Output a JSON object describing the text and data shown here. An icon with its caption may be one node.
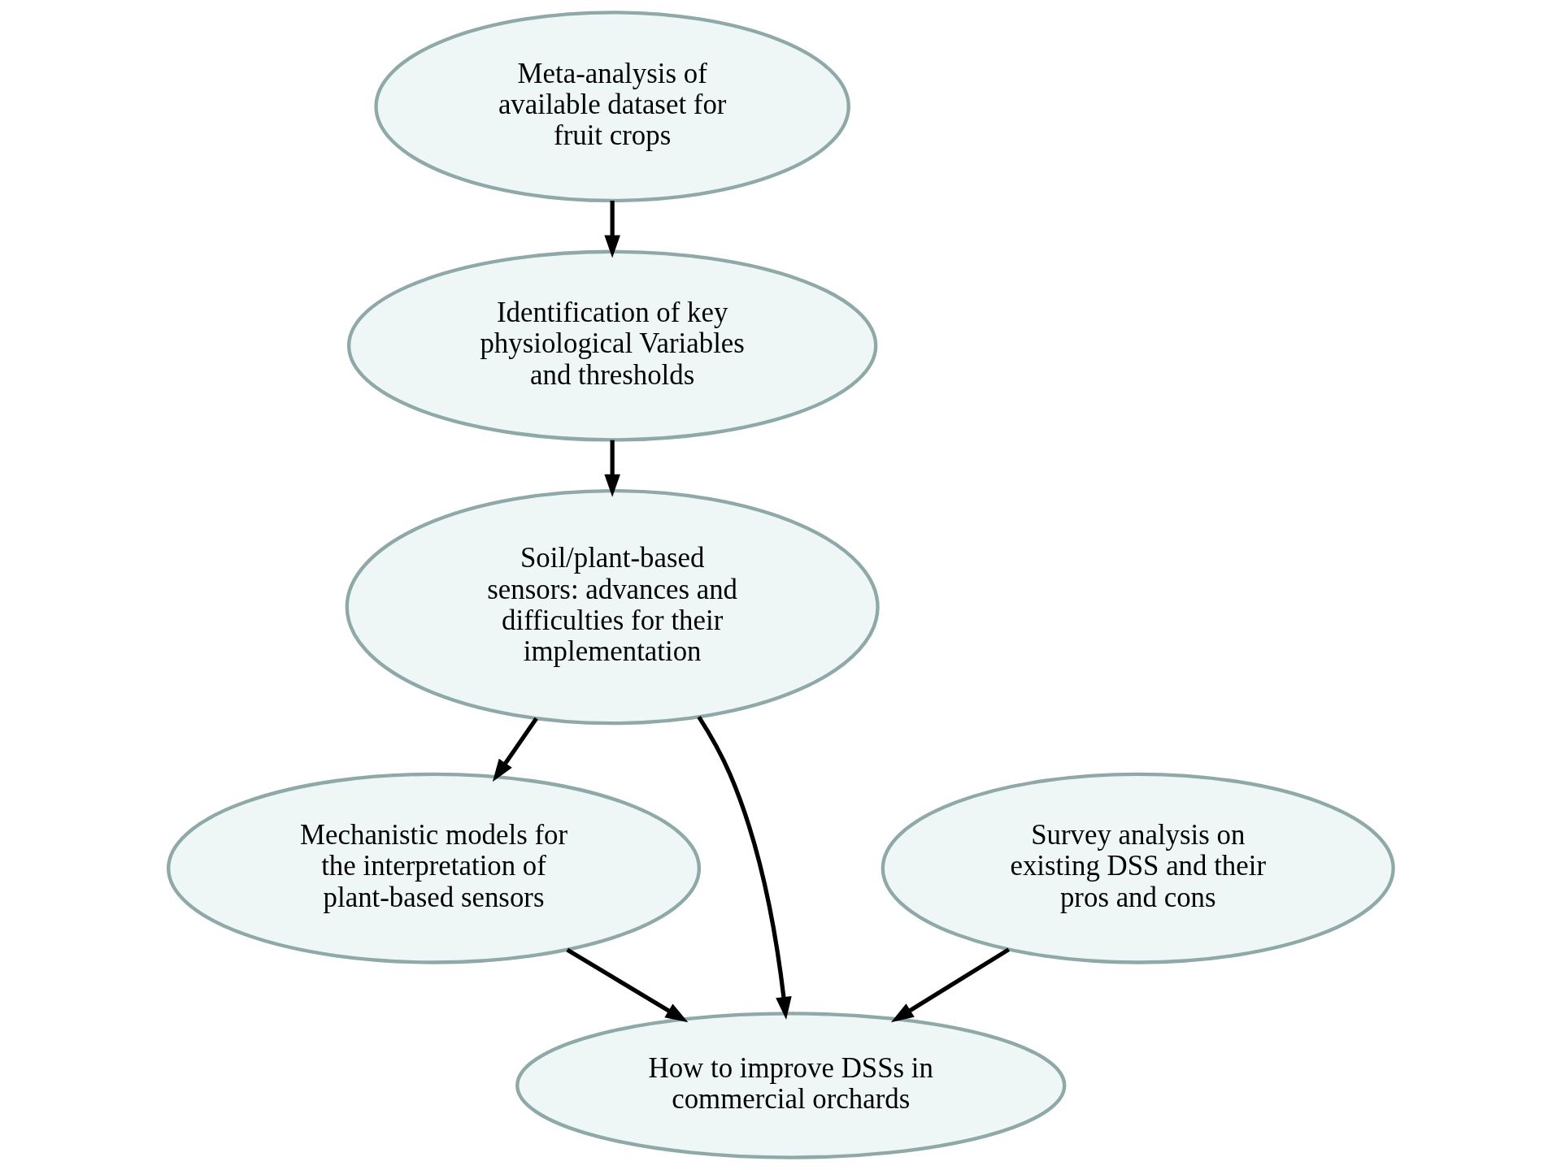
{
  "diagram": {
    "nodes": [
      {
        "text": [
          "Meta-analysis of available dataset for fruit crops"
        ]
      },
      {
        "text": [
          "Identification of key physiological Variables and thresholds"
        ]
      },
      {
        "text": [
          "Soil/plant-based sensors: advances and difficulties for their implementation"
        ]
      },
      {
        "text": [
          "Mechanistic models for the interpretation of plant-based sensors"
        ]
      },
      {
        "text": [
          "Survey analysis on existing DSS and their pros and cons"
        ]
      },
      {
        "text": [
          "How to improve DSSs in commercial orchards"
        ]
      }
    ],
    "edges": [
      {
        "from": 0,
        "to": 1,
        "arrow": "to"
      },
      {
        "from": 1,
        "to": 2,
        "arrow": "to"
      },
      {
        "from": 2,
        "to": 3,
        "arrow": "to"
      },
      {
        "from": 2,
        "to": 5,
        "arrow": "to"
      },
      {
        "from": 3,
        "to": 5,
        "arrow": "to"
      },
      {
        "from": 4,
        "to": 5,
        "arrow": "to"
      }
    ]
  }
}
